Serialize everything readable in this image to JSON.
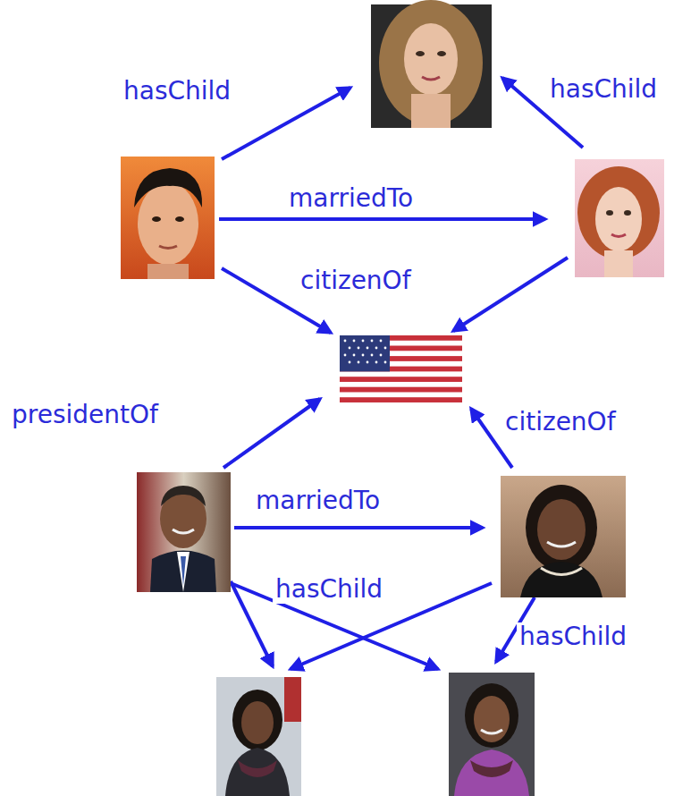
{
  "diagram": {
    "labels": [
      "hasChild",
      "hasChild",
      "marriedTo",
      "citizenOf",
      "presidentOf",
      "citizenOf",
      "marriedTo",
      "hasChild",
      "hasChild"
    ]
  }
}
